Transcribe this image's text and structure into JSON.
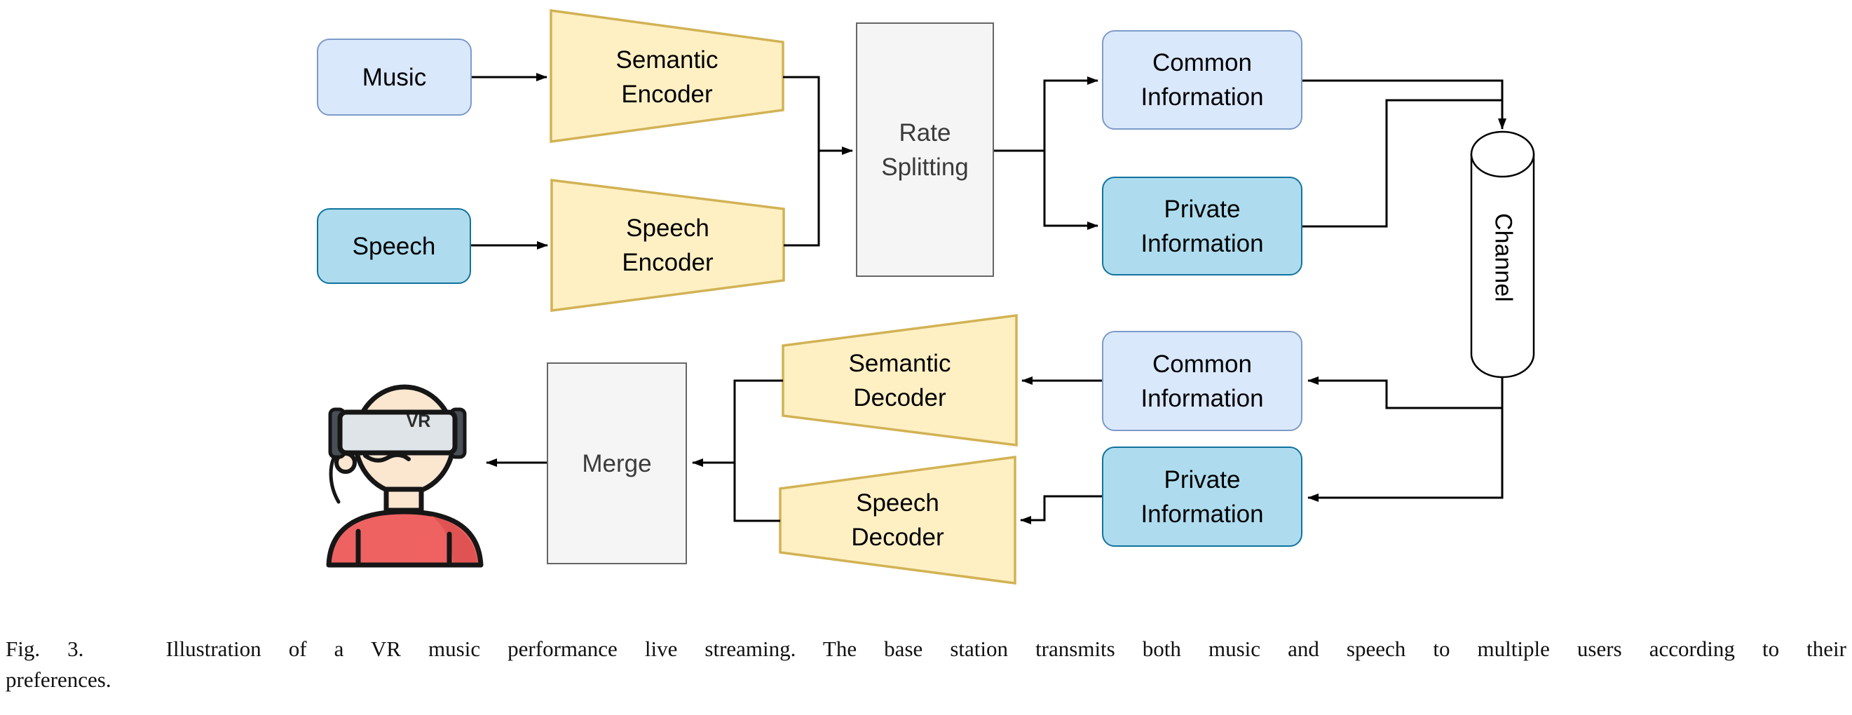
{
  "figure": {
    "caption_line1": "Fig. 3.   Illustration of a VR music performance live streaming. The base station transmits both music and speech to multiple users according to their",
    "caption_line2": "preferences."
  },
  "diagram": {
    "nodes": {
      "music": {
        "label": "Music"
      },
      "speech": {
        "label": "Speech"
      },
      "semantic_encoder": {
        "label": "Semantic\nEncoder"
      },
      "speech_encoder": {
        "label": "Speech\nEncoder"
      },
      "rate_splitting": {
        "label": "Rate\nSplitting"
      },
      "common_information_top": {
        "label": "Common\nInformation"
      },
      "private_information_top": {
        "label": "Private\nInformation"
      },
      "channel": {
        "label": "Channel"
      },
      "common_information_bottom": {
        "label": "Common\nInformation"
      },
      "private_information_bottom": {
        "label": "Private\nInformation"
      },
      "semantic_decoder": {
        "label": "Semantic\nDecoder"
      },
      "speech_decoder": {
        "label": "Speech\nDecoder"
      },
      "merge": {
        "label": "Merge"
      },
      "vr_user": {
        "headset_label": "VR",
        "icon": "vr-user-icon"
      }
    },
    "edges": [
      {
        "from": "music",
        "to": "semantic_encoder"
      },
      {
        "from": "speech",
        "to": "speech_encoder"
      },
      {
        "from": "semantic_encoder",
        "to": "rate_splitting"
      },
      {
        "from": "speech_encoder",
        "to": "rate_splitting"
      },
      {
        "from": "rate_splitting",
        "to": "common_information_top"
      },
      {
        "from": "rate_splitting",
        "to": "private_information_top"
      },
      {
        "from": "common_information_top",
        "to": "channel"
      },
      {
        "from": "private_information_top",
        "to": "channel"
      },
      {
        "from": "channel",
        "to": "common_information_bottom"
      },
      {
        "from": "channel",
        "to": "private_information_bottom"
      },
      {
        "from": "common_information_bottom",
        "to": "semantic_decoder"
      },
      {
        "from": "private_information_bottom",
        "to": "speech_decoder"
      },
      {
        "from": "semantic_decoder",
        "to": "merge"
      },
      {
        "from": "speech_decoder",
        "to": "merge"
      },
      {
        "from": "merge",
        "to": "vr_user"
      }
    ],
    "colors": {
      "light_blue_fill": "#dae8fc",
      "light_blue_border": "#7d9bc8",
      "cyan_fill": "#aedcee",
      "cyan_border": "#10739e",
      "yellow_fill": "#fff0c4",
      "yellow_border": "#d2b254",
      "gray_fill": "#f5f5f5",
      "gray_border": "#666666",
      "line": "#000000",
      "shirt_red": "#ee6262",
      "skin": "#fbe6d0"
    }
  }
}
